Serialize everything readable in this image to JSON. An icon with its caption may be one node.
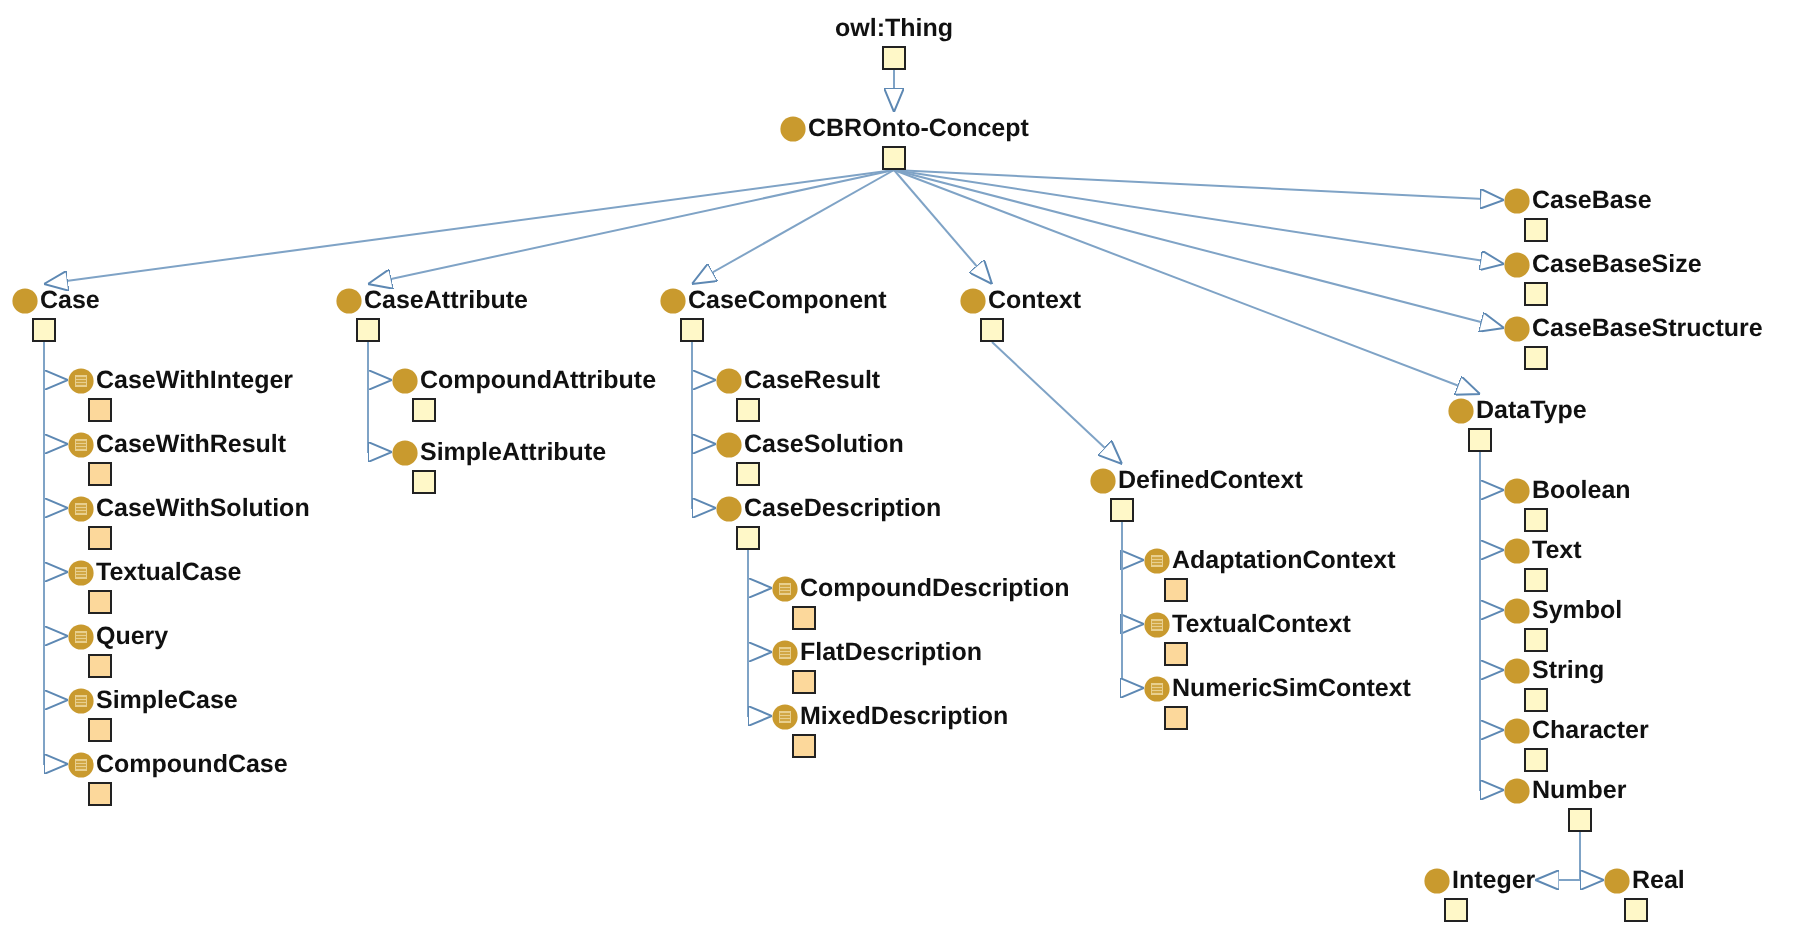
{
  "diagram": {
    "nodes": [
      {
        "text": [
          "owl:Thing"
        ]
      },
      {
        "text": [
          "CBROnto-Concept"
        ]
      },
      {
        "text": [
          "Case"
        ]
      },
      {
        "text": [
          "CaseAttribute"
        ]
      },
      {
        "text": [
          "CompoundAttribute"
        ]
      },
      {
        "text": [
          "SimpleAttribute"
        ]
      },
      {
        "text": [
          "CaseComponent"
        ]
      },
      {
        "text": [
          "Context"
        ]
      },
      {
        "text": [
          "CaseBase"
        ]
      },
      {
        "text": [
          "CaseBaseSize"
        ]
      },
      {
        "text": [
          "CaseBaseStructure"
        ]
      },
      {
        "text": [
          "DataType"
        ]
      },
      {
        "text": [
          "CaseDescription"
        ]
      },
      {
        "text": [
          "CaseResult"
        ]
      },
      {
        "text": [
          "CaseSolution"
        ]
      },
      {
        "text": [
          "DefinedContext"
        ]
      },
      {
        "text": [
          "CompoundDescription"
        ]
      },
      {
        "text": [
          "FlatDescription"
        ]
      },
      {
        "text": [
          "MixedDescription"
        ]
      },
      {
        "text": [
          "CaseWithInteger"
        ]
      },
      {
        "text": [
          "CaseWithResult"
        ]
      },
      {
        "text": [
          "CaseWithSolution"
        ]
      },
      {
        "text": [
          "TextualCase"
        ]
      },
      {
        "text": [
          "Query"
        ]
      },
      {
        "text": [
          "SimpleCase"
        ]
      },
      {
        "text": [
          "CompoundCase"
        ]
      },
      {
        "text": [
          "AdaptationContext"
        ]
      },
      {
        "text": [
          "TextualContext"
        ]
      },
      {
        "text": [
          "NumericSimContext"
        ]
      },
      {
        "text": [
          "Boolean"
        ]
      },
      {
        "text": [
          "Text"
        ]
      },
      {
        "text": [
          "Symbol"
        ]
      },
      {
        "text": [
          "String"
        ]
      },
      {
        "text": [
          "Character"
        ]
      },
      {
        "text": [
          "Number"
        ]
      },
      {
        "text": [
          "Integer"
        ]
      },
      {
        "text": [
          "Real"
        ]
      }
    ],
    "edges": [
      {
        "from": 0,
        "to": 1,
        "arrow": "to"
      },
      {
        "from": 1,
        "to": 2,
        "arrow": "to"
      },
      {
        "from": 1,
        "to": 3,
        "arrow": "to"
      },
      {
        "from": 1,
        "to": 6,
        "arrow": "to"
      },
      {
        "from": 1,
        "to": 7,
        "arrow": "to"
      },
      {
        "from": 1,
        "to": 8,
        "arrow": "to"
      },
      {
        "from": 1,
        "to": 9,
        "arrow": "to"
      },
      {
        "from": 1,
        "to": 10,
        "arrow": "to"
      },
      {
        "from": 1,
        "to": 11,
        "arrow": "to"
      },
      {
        "from": 3,
        "to": 4,
        "arrow": "to"
      },
      {
        "from": 3,
        "to": 5,
        "arrow": "to"
      },
      {
        "from": 6,
        "to": 12,
        "arrow": "to"
      },
      {
        "from": 6,
        "to": 13,
        "arrow": "to"
      },
      {
        "from": 6,
        "to": 14,
        "arrow": "to"
      },
      {
        "from": 7,
        "to": 15,
        "arrow": "to"
      },
      {
        "from": 12,
        "to": 16,
        "arrow": "to"
      },
      {
        "from": 12,
        "to": 17,
        "arrow": "to"
      },
      {
        "from": 12,
        "to": 18,
        "arrow": "to"
      },
      {
        "from": 2,
        "to": 19,
        "arrow": "to"
      },
      {
        "from": 2,
        "to": 20,
        "arrow": "to"
      },
      {
        "from": 2,
        "to": 21,
        "arrow": "to"
      },
      {
        "from": 2,
        "to": 22,
        "arrow": "to"
      },
      {
        "from": 2,
        "to": 23,
        "arrow": "to"
      },
      {
        "from": 2,
        "to": 24,
        "arrow": "to"
      },
      {
        "from": 2,
        "to": 25,
        "arrow": "to"
      },
      {
        "from": 15,
        "to": 26,
        "arrow": "to"
      },
      {
        "from": 15,
        "to": 27,
        "arrow": "to"
      },
      {
        "from": 15,
        "to": 28,
        "arrow": "to"
      },
      {
        "from": 11,
        "to": 29,
        "arrow": "to"
      },
      {
        "from": 11,
        "to": 30,
        "arrow": "to"
      },
      {
        "from": 11,
        "to": 31,
        "arrow": "to"
      },
      {
        "from": 11,
        "to": 32,
        "arrow": "to"
      },
      {
        "from": 11,
        "to": 33,
        "arrow": "to"
      },
      {
        "from": 11,
        "to": 34,
        "arrow": "to"
      },
      {
        "from": 34,
        "to": 35,
        "arrow": "to"
      },
      {
        "from": 34,
        "to": 36,
        "arrow": "to"
      }
    ]
  }
}
